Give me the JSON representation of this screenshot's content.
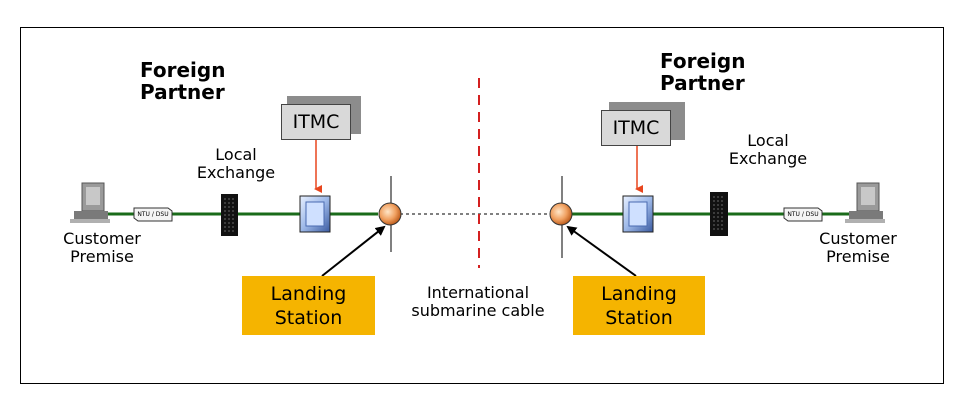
{
  "left": {
    "partner_line1": "Foreign",
    "partner_line2": "Partner",
    "itmc": "ITMC",
    "exchange_line1": "Local",
    "exchange_line2": "Exchange",
    "customer_line1": "Customer",
    "customer_line2": "Premise",
    "ntu": "NTU / DSU",
    "landing_line1": "Landing",
    "landing_line2": "Station"
  },
  "right": {
    "partner_line1": "Foreign",
    "partner_line2": "Partner",
    "itmc": "ITMC",
    "exchange_line1": "Local",
    "exchange_line2": "Exchange",
    "customer_line1": "Customer",
    "customer_line2": "Premise",
    "ntu": "NTU / DSU",
    "landing_line1": "Landing",
    "landing_line2": "Station"
  },
  "cable": {
    "line1": "International",
    "line2": "submarine cable"
  },
  "colors": {
    "link_green": "#1a6b1a",
    "landing_fill": "#f5b400",
    "arrow_red": "#e8461e",
    "boundary_red": "#d42020",
    "itmc_fill": "#d9d9d9"
  }
}
